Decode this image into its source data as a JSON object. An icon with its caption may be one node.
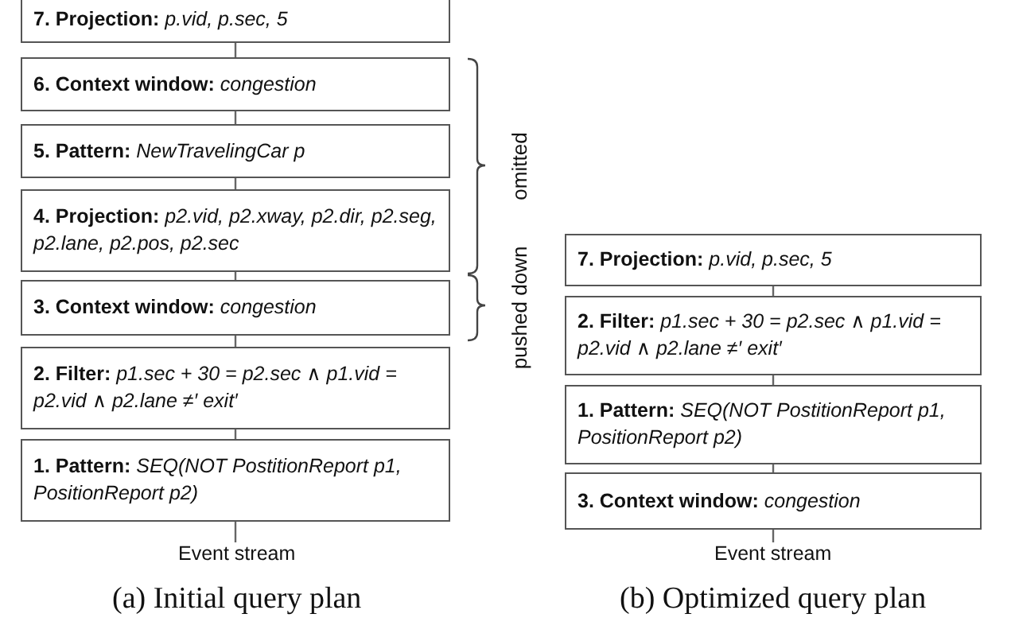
{
  "diagram": {
    "nodes": [
      {
        "text": [
          "**7. Projection:** *p.vid, p.sec, 5*"
        ]
      },
      {
        "text": [
          "**6. Context window:** *congestion*"
        ]
      },
      {
        "text": [
          "**5. Pattern:** *NewTravelingCar p*"
        ]
      },
      {
        "text": [
          "**4. Projection:** *p2.vid, p2.xway, p2.dir, p2.seg, p2.lane, p2.pos, p2.sec*"
        ]
      },
      {
        "text": [
          "**3. Context window:** *congestion*"
        ]
      },
      {
        "text": [
          "**2. Filter:** *p1.sec + 30 = p2.sec ∧ p1.vid = p2.vid ∧ p2.lane ≠′ exit′*"
        ]
      },
      {
        "text": [
          "**1. Pattern:** *SEQ(NOT PostitionReport p1, PositionReport p2)*"
        ]
      },
      {
        "text": [
          "Event stream"
        ]
      },
      {
        "text": [
          "**7. Projection:** *p.vid, p.sec, 5*"
        ]
      },
      {
        "text": [
          "**2. Filter:** *p1.sec + 30 = p2.sec ∧ p1.vid = p2.vid ∧ p2.lane ≠′ exit′*"
        ]
      },
      {
        "text": [
          "**1. Pattern:** *SEQ(NOT PostitionReport p1, PositionReport p2)*"
        ]
      },
      {
        "text": [
          "**3. Context window:** *congestion*"
        ]
      },
      {
        "text": [
          "Event stream"
        ]
      }
    ],
    "edges": [
      {
        "from": 1,
        "to": 0,
        "arrow": "none"
      },
      {
        "from": 2,
        "to": 1,
        "arrow": "none"
      },
      {
        "from": 3,
        "to": 2,
        "arrow": "none"
      },
      {
        "from": 4,
        "to": 3,
        "arrow": "none"
      },
      {
        "from": 5,
        "to": 4,
        "arrow": "none"
      },
      {
        "from": 6,
        "to": 5,
        "arrow": "none"
      },
      {
        "from": 7,
        "to": 6,
        "arrow": "none"
      },
      {
        "from": 9,
        "to": 8,
        "arrow": "none"
      },
      {
        "from": 10,
        "to": 9,
        "arrow": "none"
      },
      {
        "from": 11,
        "to": 10,
        "arrow": "none"
      },
      {
        "from": 12,
        "to": 11,
        "arrow": "none"
      }
    ],
    "labels": [
      "omitted",
      "pushed down",
      "(a) Initial query plan",
      "(b) Optimized query plan"
    ]
  }
}
